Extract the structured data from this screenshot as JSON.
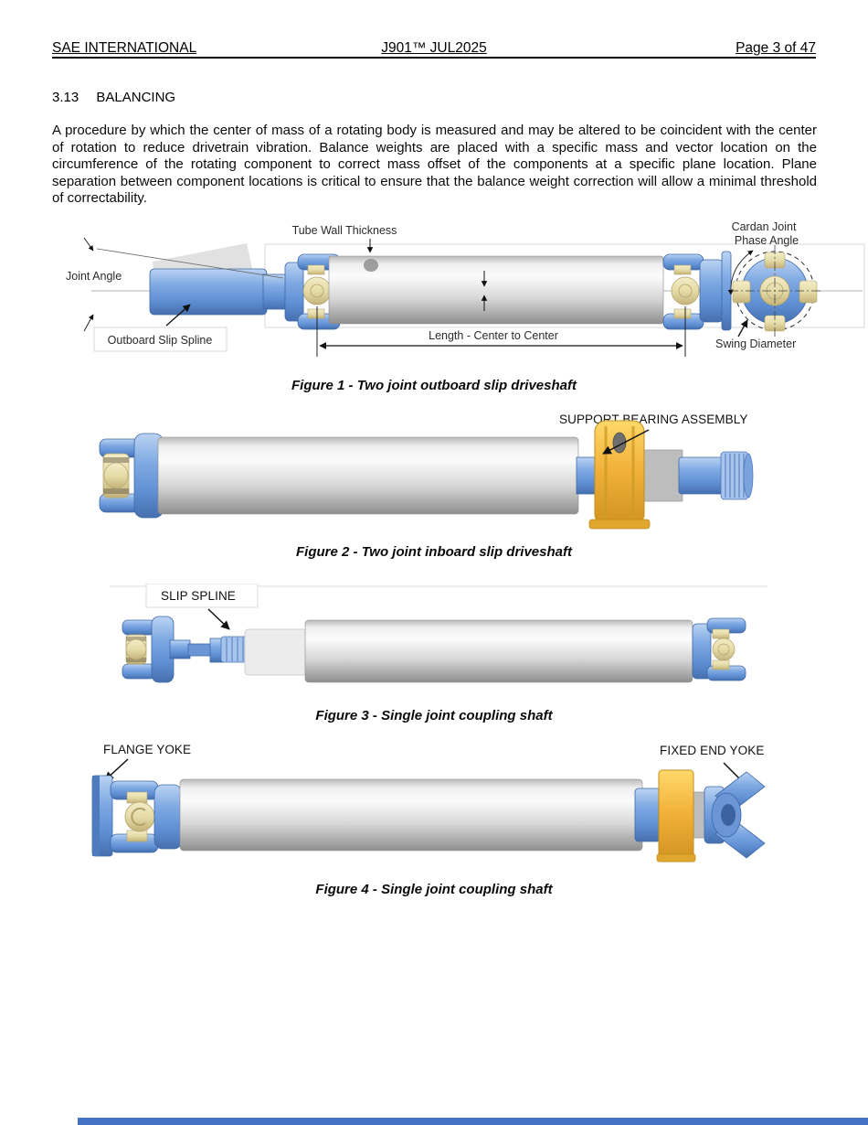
{
  "header": {
    "left": "SAE INTERNATIONAL",
    "center": "J901™ JUL2025",
    "right": "Page 3 of 47"
  },
  "section": {
    "number": "3.13",
    "title": "BALANCING"
  },
  "paragraph": "A procedure by which the center of mass of a rotating body is measured and may be altered to be coincident with the center of rotation to reduce drivetrain vibration. Balance weights are placed with a specific mass and vector location on the circumference of the rotating component to correct mass offset of the components at a specific plane location. Plane separation between component locations is critical to ensure that the balance weight correction will allow a minimal threshold of correctability.",
  "figures": [
    {
      "caption": "Figure 1 - Two joint outboard slip driveshaft",
      "labels": {
        "tube_wall_thickness": "Tube Wall Thickness",
        "cardan_joint_line1": "Cardan Joint",
        "cardan_joint_line2": "Phase Angle",
        "joint_angle": "Joint Angle",
        "outboard_slip_spline": "Outboard Slip Spline",
        "length_center_to_center": "Length - Center to Center",
        "swing_diameter": "Swing Diameter"
      }
    },
    {
      "caption": "Figure 2 - Two joint inboard slip driveshaft",
      "labels": {
        "support_bearing_assembly": "SUPPORT BEARING ASSEMBLY"
      }
    },
    {
      "caption": "Figure 3 - Single joint coupling shaft",
      "labels": {
        "slip_spline": "SLIP SPLINE"
      }
    },
    {
      "caption": "Figure 4 - Single joint coupling shaft",
      "labels": {
        "flange_yoke": "FLANGE YOKE",
        "fixed_end_yoke": "FIXED END YOKE"
      }
    }
  ],
  "colors": {
    "accent_bar": "#4472C4",
    "shaft_blue": "#7FA9E3",
    "tube_gray": "#D8D8D8",
    "bearing_yellow": "#F2B23C",
    "joint_cream": "#E6DCA8"
  }
}
